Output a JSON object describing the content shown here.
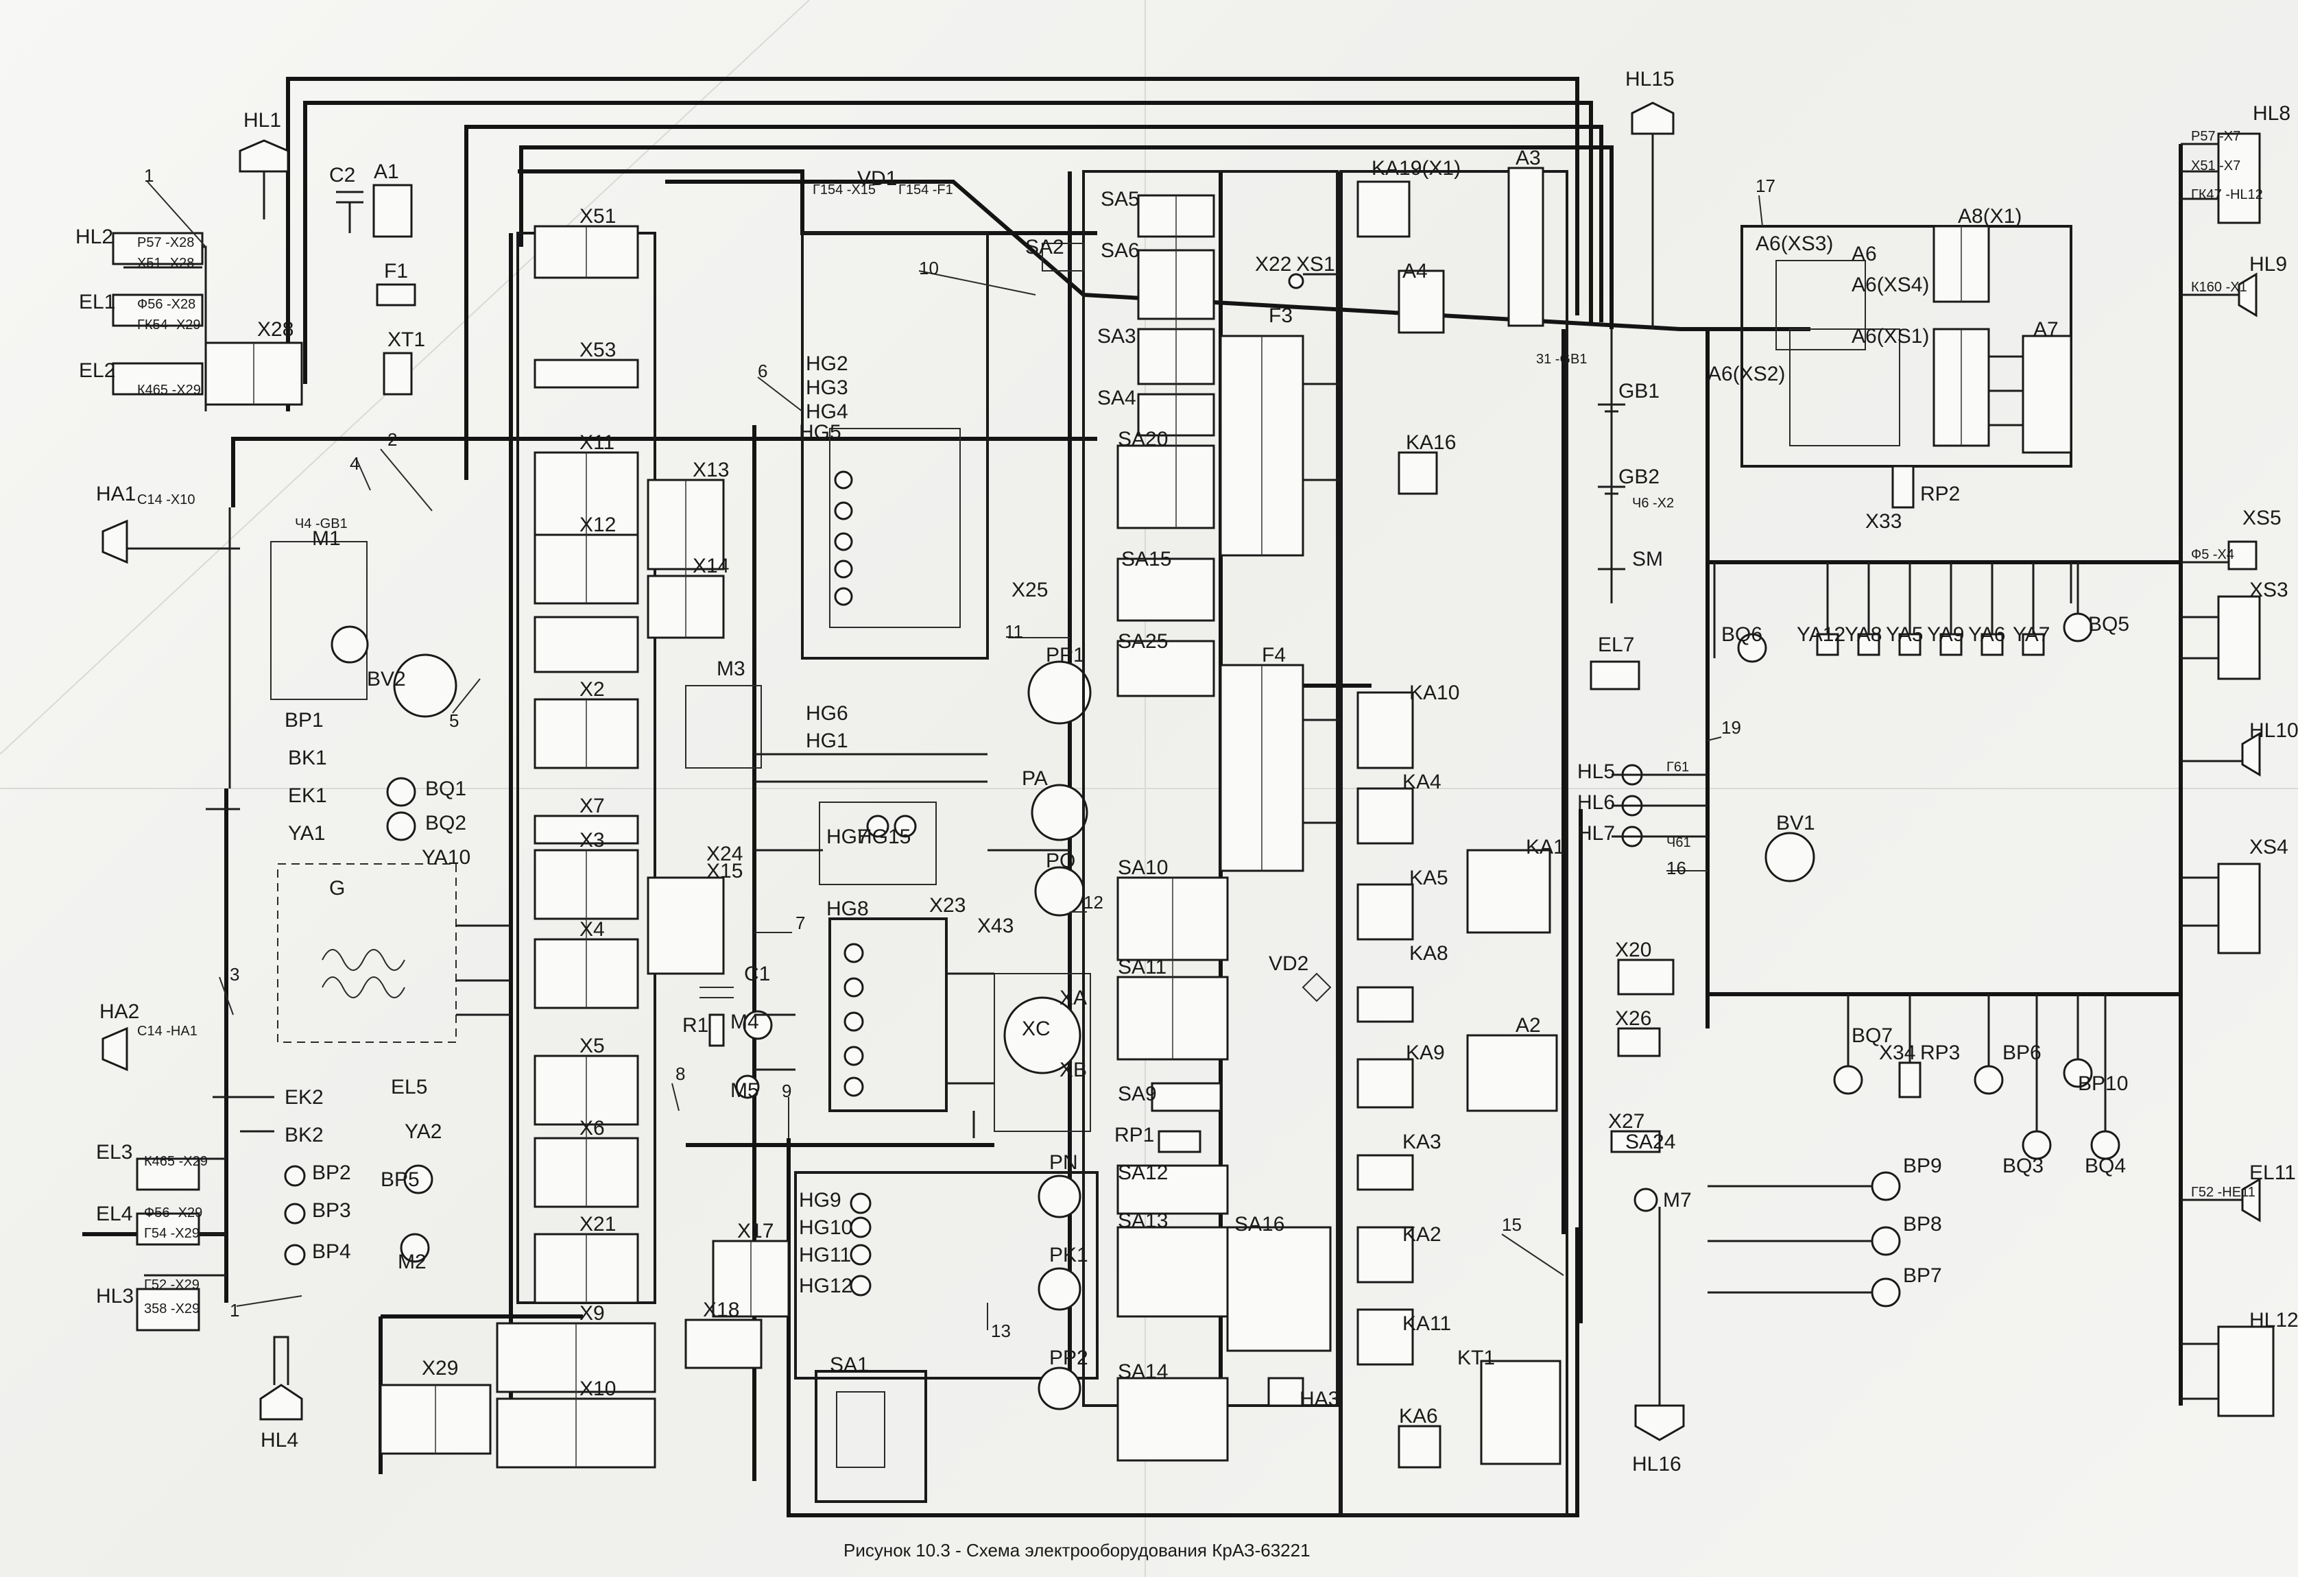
{
  "caption": "Рисунок 10.3 - Схема электрооборудования КрАЗ-63221",
  "component_labels": [
    {
      "id": "HL1",
      "text": "HL1"
    },
    {
      "id": "HL2",
      "text": "HL2"
    },
    {
      "id": "EL1",
      "text": "EL1"
    },
    {
      "id": "EL2",
      "text": "EL2"
    },
    {
      "id": "HA1",
      "text": "HA1"
    },
    {
      "id": "HA2",
      "text": "HA2"
    },
    {
      "id": "EL3",
      "text": "EL3"
    },
    {
      "id": "EL4",
      "text": "EL4"
    },
    {
      "id": "HL3",
      "text": "HL3"
    },
    {
      "id": "HL4",
      "text": "HL4"
    },
    {
      "id": "C2",
      "text": "C2"
    },
    {
      "id": "A1",
      "text": "A1"
    },
    {
      "id": "F1",
      "text": "F1"
    },
    {
      "id": "XT1",
      "text": "XT1"
    },
    {
      "id": "M1",
      "text": "M1"
    },
    {
      "id": "BV2",
      "text": "BV2"
    },
    {
      "id": "BP1",
      "text": "BP1"
    },
    {
      "id": "BK1",
      "text": "BK1"
    },
    {
      "id": "EK1",
      "text": "EK1"
    },
    {
      "id": "YA1",
      "text": "YA1"
    },
    {
      "id": "BQ1",
      "text": "BQ1"
    },
    {
      "id": "BQ2",
      "text": "BQ2"
    },
    {
      "id": "YA10",
      "text": "YA10"
    },
    {
      "id": "G",
      "text": "G"
    },
    {
      "id": "EK2",
      "text": "EK2"
    },
    {
      "id": "BK2",
      "text": "BK2"
    },
    {
      "id": "BP2",
      "text": "BP2"
    },
    {
      "id": "BP3",
      "text": "BP3"
    },
    {
      "id": "BP4",
      "text": "BP4"
    },
    {
      "id": "EL5",
      "text": "EL5"
    },
    {
      "id": "YA2",
      "text": "YA2"
    },
    {
      "id": "BP5",
      "text": "BP5"
    },
    {
      "id": "M2",
      "text": "M2"
    },
    {
      "id": "X28",
      "text": "X28"
    },
    {
      "id": "X29",
      "text": "X29"
    },
    {
      "id": "X51",
      "text": "X51"
    },
    {
      "id": "X53",
      "text": "X53"
    },
    {
      "id": "X11",
      "text": "X11"
    },
    {
      "id": "X12",
      "text": "X12"
    },
    {
      "id": "X2",
      "text": "X2"
    },
    {
      "id": "X7",
      "text": "X7"
    },
    {
      "id": "X3",
      "text": "X3"
    },
    {
      "id": "X4",
      "text": "X4"
    },
    {
      "id": "X5",
      "text": "X5"
    },
    {
      "id": "X6",
      "text": "X6"
    },
    {
      "id": "X21",
      "text": "X21"
    },
    {
      "id": "X9",
      "text": "X9"
    },
    {
      "id": "X10",
      "text": "X10"
    },
    {
      "id": "X13",
      "text": "X13"
    },
    {
      "id": "X14",
      "text": "X14"
    },
    {
      "id": "M3",
      "text": "M3"
    },
    {
      "id": "X24",
      "text": "X24"
    },
    {
      "id": "X15",
      "text": "X15"
    },
    {
      "id": "C1",
      "text": "C1"
    },
    {
      "id": "R1",
      "text": "R1"
    },
    {
      "id": "M4",
      "text": "M4"
    },
    {
      "id": "M5",
      "text": "M5"
    },
    {
      "id": "X17",
      "text": "X17"
    },
    {
      "id": "X18",
      "text": "X18"
    },
    {
      "id": "VD1",
      "text": "VD1"
    },
    {
      "id": "HG2",
      "text": "HG2"
    },
    {
      "id": "HG3",
      "text": "HG3"
    },
    {
      "id": "HG4",
      "text": "HG4"
    },
    {
      "id": "HG5",
      "text": "HG5"
    },
    {
      "id": "X25",
      "text": "X25"
    },
    {
      "id": "HG6",
      "text": "HG6"
    },
    {
      "id": "HG1",
      "text": "HG1"
    },
    {
      "id": "PP1",
      "text": "PP1"
    },
    {
      "id": "PA",
      "text": "PA"
    },
    {
      "id": "HG7",
      "text": "HG7"
    },
    {
      "id": "HG15",
      "text": "HG15"
    },
    {
      "id": "PQ",
      "text": "PQ"
    },
    {
      "id": "HG8",
      "text": "HG8"
    },
    {
      "id": "X23",
      "text": "X23"
    },
    {
      "id": "X43",
      "text": "X43"
    },
    {
      "id": "XA",
      "text": "XA"
    },
    {
      "id": "XC",
      "text": "XC"
    },
    {
      "id": "XB",
      "text": "XB"
    },
    {
      "id": "HG9",
      "text": "HG9"
    },
    {
      "id": "HG10",
      "text": "HG10"
    },
    {
      "id": "HG11",
      "text": "HG11"
    },
    {
      "id": "HG12",
      "text": "HG12"
    },
    {
      "id": "PN",
      "text": "PN"
    },
    {
      "id": "PK1",
      "text": "PK1"
    },
    {
      "id": "PP2",
      "text": "PP2"
    },
    {
      "id": "SA1",
      "text": "SA1"
    },
    {
      "id": "SA2",
      "text": "SA2"
    },
    {
      "id": "SA5",
      "text": "SA5"
    },
    {
      "id": "SA6",
      "text": "SA6"
    },
    {
      "id": "SA3",
      "text": "SA3"
    },
    {
      "id": "SA4",
      "text": "SA4"
    },
    {
      "id": "SA20",
      "text": "SA20"
    },
    {
      "id": "SA15",
      "text": "SA15"
    },
    {
      "id": "SA25",
      "text": "SA25"
    },
    {
      "id": "SA10",
      "text": "SA10"
    },
    {
      "id": "SA11",
      "text": "SA11"
    },
    {
      "id": "SA9",
      "text": "SA9"
    },
    {
      "id": "RP1",
      "text": "RP1"
    },
    {
      "id": "SA12",
      "text": "SA12"
    },
    {
      "id": "SA13",
      "text": "SA13"
    },
    {
      "id": "SA14",
      "text": "SA14"
    },
    {
      "id": "SA16",
      "text": "SA16"
    },
    {
      "id": "HA3",
      "text": "HA3"
    },
    {
      "id": "X22",
      "text": "X22"
    },
    {
      "id": "XS1",
      "text": "XS1"
    },
    {
      "id": "F3",
      "text": "F3"
    },
    {
      "id": "F4",
      "text": "F4"
    },
    {
      "id": "VD2",
      "text": "VD2"
    },
    {
      "id": "KA19",
      "text": "KA19(X1)"
    },
    {
      "id": "A3",
      "text": "A3"
    },
    {
      "id": "A4",
      "text": "A4"
    },
    {
      "id": "KA16",
      "text": "KA16"
    },
    {
      "id": "KA10",
      "text": "KA10"
    },
    {
      "id": "KA4",
      "text": "KA4"
    },
    {
      "id": "KA5",
      "text": "KA5"
    },
    {
      "id": "KA8",
      "text": "KA8"
    },
    {
      "id": "KA9",
      "text": "KA9"
    },
    {
      "id": "KA3",
      "text": "KA3"
    },
    {
      "id": "KA2",
      "text": "KA2"
    },
    {
      "id": "KA11",
      "text": "KA11"
    },
    {
      "id": "KA6",
      "text": "KA6"
    },
    {
      "id": "KT1",
      "text": "KT1"
    },
    {
      "id": "KA1",
      "text": "KA1"
    },
    {
      "id": "A2",
      "text": "A2"
    },
    {
      "id": "HL15",
      "text": "HL15"
    },
    {
      "id": "HL16",
      "text": "HL16"
    },
    {
      "id": "GB1",
      "text": "GB1"
    },
    {
      "id": "GB2",
      "text": "GB2"
    },
    {
      "id": "SM",
      "text": "SM"
    },
    {
      "id": "EL7",
      "text": "EL7"
    },
    {
      "id": "HL5",
      "text": "HL5"
    },
    {
      "id": "HL6",
      "text": "HL6"
    },
    {
      "id": "HL7",
      "text": "HL7"
    },
    {
      "id": "X20",
      "text": "X20"
    },
    {
      "id": "X26",
      "text": "X26"
    },
    {
      "id": "X27",
      "text": "X27"
    },
    {
      "id": "SA24",
      "text": "SA24"
    },
    {
      "id": "M7",
      "text": "M7"
    },
    {
      "id": "A6",
      "text": "A6"
    },
    {
      "id": "A7",
      "text": "A7"
    },
    {
      "id": "A6XS3",
      "text": "A6(XS3)"
    },
    {
      "id": "A6XS4",
      "text": "A6(XS4)"
    },
    {
      "id": "A6XS1",
      "text": "A6(XS1)"
    },
    {
      "id": "A6XS2",
      "text": "A6(XS2)"
    },
    {
      "id": "A8X1",
      "text": "A8(X1)"
    },
    {
      "id": "RP2",
      "text": "RP2"
    },
    {
      "id": "X33",
      "text": "X33"
    },
    {
      "id": "BQ6",
      "text": "BQ6"
    },
    {
      "id": "YA12",
      "text": "YA12"
    },
    {
      "id": "YA8",
      "text": "YA8"
    },
    {
      "id": "YA5",
      "text": "YA5"
    },
    {
      "id": "YA9",
      "text": "YA9"
    },
    {
      "id": "YA6",
      "text": "YA6"
    },
    {
      "id": "YA7",
      "text": "YA7"
    },
    {
      "id": "BQ5",
      "text": "BQ5"
    },
    {
      "id": "BV1",
      "text": "BV1"
    },
    {
      "id": "BQ7",
      "text": "BQ7"
    },
    {
      "id": "X34",
      "text": "X34"
    },
    {
      "id": "RP3",
      "text": "RP3"
    },
    {
      "id": "BP6",
      "text": "BP6"
    },
    {
      "id": "BP10",
      "text": "BP10"
    },
    {
      "id": "BQ3",
      "text": "BQ3"
    },
    {
      "id": "BQ4",
      "text": "BQ4"
    },
    {
      "id": "BP9",
      "text": "BP9"
    },
    {
      "id": "BP8",
      "text": "BP8"
    },
    {
      "id": "BP7",
      "text": "BP7"
    },
    {
      "id": "HL8",
      "text": "HL8"
    },
    {
      "id": "HL9",
      "text": "HL9"
    },
    {
      "id": "XS5",
      "text": "XS5"
    },
    {
      "id": "XS3",
      "text": "XS3"
    },
    {
      "id": "HL10",
      "text": "HL10"
    },
    {
      "id": "XS4",
      "text": "XS4"
    },
    {
      "id": "EL11",
      "text": "EL11"
    },
    {
      "id": "HL12",
      "text": "HL12"
    }
  ],
  "harness_numbers": [
    {
      "id": "n1a",
      "text": "1"
    },
    {
      "id": "n1b",
      "text": "1"
    },
    {
      "id": "n2",
      "text": "2"
    },
    {
      "id": "n3",
      "text": "3"
    },
    {
      "id": "n4",
      "text": "4"
    },
    {
      "id": "n5",
      "text": "5"
    },
    {
      "id": "n6",
      "text": "6"
    },
    {
      "id": "n7",
      "text": "7"
    },
    {
      "id": "n8",
      "text": "8"
    },
    {
      "id": "n9",
      "text": "9"
    },
    {
      "id": "n10",
      "text": "10"
    },
    {
      "id": "n11",
      "text": "11"
    },
    {
      "id": "n12",
      "text": "12"
    },
    {
      "id": "n13",
      "text": "13"
    },
    {
      "id": "n15",
      "text": "15"
    },
    {
      "id": "n16",
      "text": "16"
    },
    {
      "id": "n17",
      "text": "17"
    },
    {
      "id": "n19",
      "text": "19"
    }
  ],
  "wire_tags": [
    {
      "id": "w1",
      "text": "Р57 -Х28"
    },
    {
      "id": "w2",
      "text": "Х51 -Х28"
    },
    {
      "id": "w3",
      "text": "Ф56 -Х28"
    },
    {
      "id": "w4",
      "text": "ГК54 -Х29"
    },
    {
      "id": "w5",
      "text": "К465 -Х29"
    },
    {
      "id": "w6",
      "text": "С14 -Х10"
    },
    {
      "id": "w7",
      "text": "С14 -НА1"
    },
    {
      "id": "w8",
      "text": "К465 -Х29"
    },
    {
      "id": "w9",
      "text": "Ф56 -Х29"
    },
    {
      "id": "w10",
      "text": "Г54 -Х29"
    },
    {
      "id": "w11",
      "text": "Г52 -Х29"
    },
    {
      "id": "w12",
      "text": "358 -Х29"
    },
    {
      "id": "w13",
      "text": "Г154 -Х15"
    },
    {
      "id": "w14",
      "text": "Г154 -F1"
    },
    {
      "id": "w15",
      "text": "Ч4 -GB1"
    },
    {
      "id": "w16",
      "text": "31 -GB1"
    },
    {
      "id": "w17",
      "text": "Ч6 -Х2"
    },
    {
      "id": "w18",
      "text": "Р57 -Х7"
    },
    {
      "id": "w19",
      "text": "Х51 -Х7"
    },
    {
      "id": "w20",
      "text": "ГК47 -НL12"
    },
    {
      "id": "w21",
      "text": "К160 -Х1"
    },
    {
      "id": "w22",
      "text": "Ф5 -Х4"
    },
    {
      "id": "w23",
      "text": "Г52 -НЕ11"
    },
    {
      "id": "w24",
      "text": "Г61"
    },
    {
      "id": "w25",
      "text": "Ч61"
    }
  ]
}
